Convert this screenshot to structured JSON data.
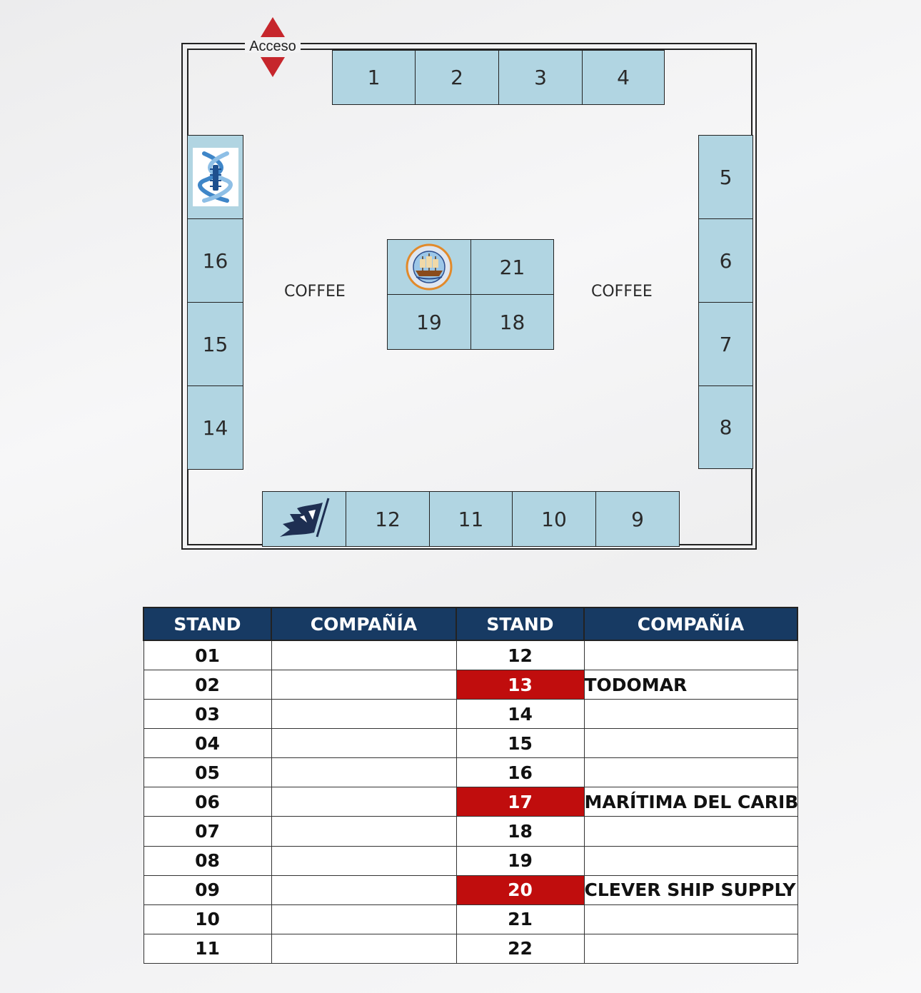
{
  "access_label": "Acceso",
  "coffee_left": "COFFEE",
  "coffee_right": "COFFEE",
  "stands": {
    "s1": "1",
    "s2": "2",
    "s3": "3",
    "s4": "4",
    "s5": "5",
    "s6": "6",
    "s7": "7",
    "s8": "8",
    "s9": "9",
    "s10": "10",
    "s11": "11",
    "s12": "12",
    "s14": "14",
    "s15": "15",
    "s16": "16",
    "s18": "18",
    "s19": "19",
    "s21": "21"
  },
  "colors": {
    "stand_fill": "#b1d5e2",
    "access_arrow": "#c6262c",
    "table_header": "#173a63",
    "highlight": "#c00d0d"
  },
  "logos": {
    "stand_13": "todomar-helix-logo",
    "stand_17": "maritima-flag-logo",
    "stand_20": "clever-ship-supply-logo"
  },
  "table": {
    "headers": [
      "STAND",
      "COMPAÑÍA",
      "STAND",
      "COMPAÑÍA"
    ],
    "rows": [
      {
        "left_stand": "01",
        "left_company": "",
        "right_stand": "12",
        "right_company": ""
      },
      {
        "left_stand": "02",
        "left_company": "",
        "right_stand": "13",
        "right_company": "TODOMAR"
      },
      {
        "left_stand": "03",
        "left_company": "",
        "right_stand": "14",
        "right_company": ""
      },
      {
        "left_stand": "04",
        "left_company": "",
        "right_stand": "15",
        "right_company": ""
      },
      {
        "left_stand": "05",
        "left_company": "",
        "right_stand": "16",
        "right_company": ""
      },
      {
        "left_stand": "06",
        "left_company": "",
        "right_stand": "17",
        "right_company": "MARÍTIMA DEL CARIBE"
      },
      {
        "left_stand": "07",
        "left_company": "",
        "right_stand": "18",
        "right_company": ""
      },
      {
        "left_stand": "08",
        "left_company": "",
        "right_stand": "19",
        "right_company": ""
      },
      {
        "left_stand": "09",
        "left_company": "",
        "right_stand": "20",
        "right_company": "CLEVER SHIP SUPPLY"
      },
      {
        "left_stand": "10",
        "left_company": "",
        "right_stand": "21",
        "right_company": ""
      },
      {
        "left_stand": "11",
        "left_company": "",
        "right_stand": "22",
        "right_company": ""
      }
    ]
  }
}
